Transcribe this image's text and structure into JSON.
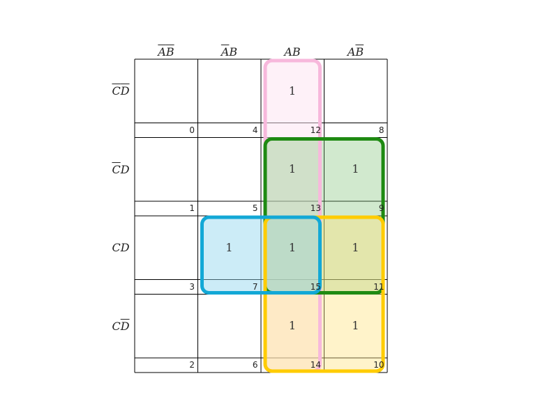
{
  "columns": [
    {
      "a": "A",
      "a_bar": true,
      "b": "B",
      "b_bar": true
    },
    {
      "a": "A",
      "a_bar": true,
      "b": "B",
      "b_bar": false
    },
    {
      "a": "A",
      "a_bar": false,
      "b": "B",
      "b_bar": false
    },
    {
      "a": "A",
      "a_bar": false,
      "b": "B",
      "b_bar": true
    }
  ],
  "rows": [
    {
      "c": "C",
      "c_bar": true,
      "d": "D",
      "d_bar": true
    },
    {
      "c": "C",
      "c_bar": true,
      "d": "D",
      "d_bar": false
    },
    {
      "c": "C",
      "c_bar": false,
      "d": "D",
      "d_bar": false
    },
    {
      "c": "C",
      "c_bar": false,
      "d": "D",
      "d_bar": true
    }
  ],
  "cells": [
    [
      {
        "index": "0",
        "value": ""
      },
      {
        "index": "4",
        "value": ""
      },
      {
        "index": "12",
        "value": "1"
      },
      {
        "index": "8",
        "value": ""
      }
    ],
    [
      {
        "index": "1",
        "value": ""
      },
      {
        "index": "5",
        "value": ""
      },
      {
        "index": "13",
        "value": "1"
      },
      {
        "index": "9",
        "value": "1"
      }
    ],
    [
      {
        "index": "3",
        "value": ""
      },
      {
        "index": "7",
        "value": "1"
      },
      {
        "index": "15",
        "value": "1"
      },
      {
        "index": "11",
        "value": "1"
      }
    ],
    [
      {
        "index": "2",
        "value": ""
      },
      {
        "index": "6",
        "value": ""
      },
      {
        "index": "14",
        "value": "1"
      },
      {
        "index": "10",
        "value": "1"
      }
    ]
  ],
  "groups": [
    {
      "name": "pink-group",
      "cols": [
        2,
        2
      ],
      "rows": [
        0,
        3
      ],
      "stroke": "#f7b8dc",
      "fill": "#fde3f2",
      "fill_opacity": 0.5
    },
    {
      "name": "green-group",
      "cols": [
        2,
        3
      ],
      "rows": [
        1,
        2
      ],
      "stroke": "#1e8a12",
      "fill": "#7cbf73",
      "fill_opacity": 0.35
    },
    {
      "name": "yellow-group",
      "cols": [
        2,
        3
      ],
      "rows": [
        2,
        3
      ],
      "stroke": "#ffcc00",
      "fill": "#ffe27a",
      "fill_opacity": 0.4
    },
    {
      "name": "blue-group",
      "cols": [
        1,
        2
      ],
      "rows": [
        2,
        2
      ],
      "stroke": "#12a8d6",
      "fill": "#8fd4ee",
      "fill_opacity": 0.45
    }
  ]
}
